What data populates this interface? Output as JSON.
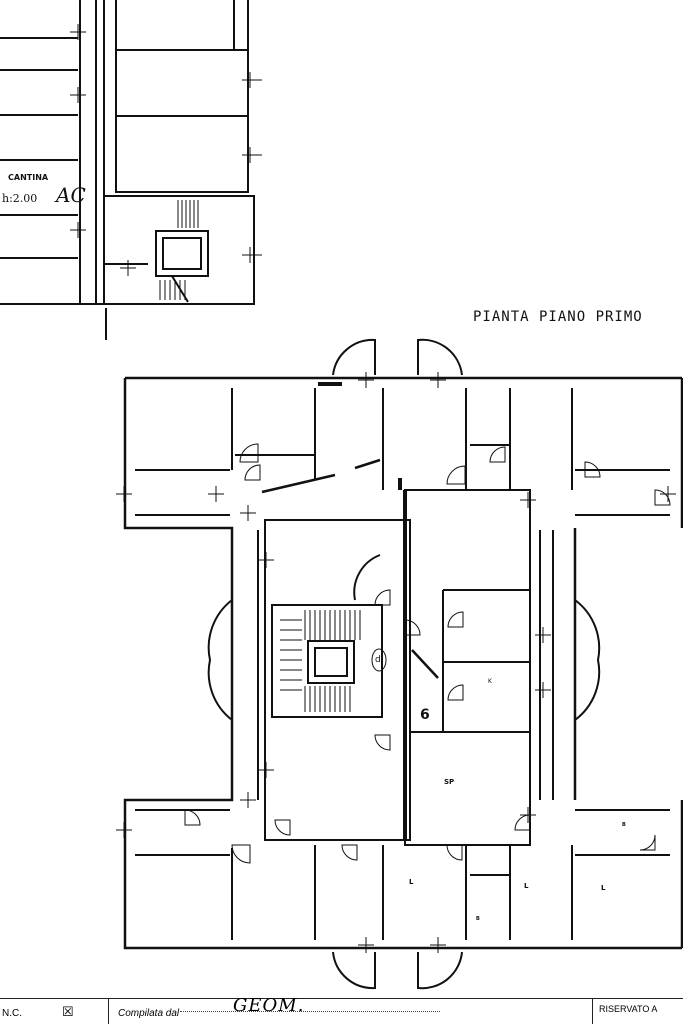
{
  "plan": {
    "title": "PIANTA PIANO PRIMO",
    "cantina_label": "CANTINA",
    "cantina_height": "h:2.00",
    "cantina_code": "AC",
    "stair_number": "6",
    "stair_mark": "d",
    "room_k": "K",
    "room_sp": "SP",
    "room_l1": "L",
    "room_l2": "L",
    "room_l3": "L",
    "room_b1": "B",
    "room_b2": "B"
  },
  "footer": {
    "nc_label": "N.C.",
    "checkbox": "☒",
    "compiled_by": "Compilata dal",
    "signature": "GEOM.",
    "reserved": "RISERVATO A"
  }
}
